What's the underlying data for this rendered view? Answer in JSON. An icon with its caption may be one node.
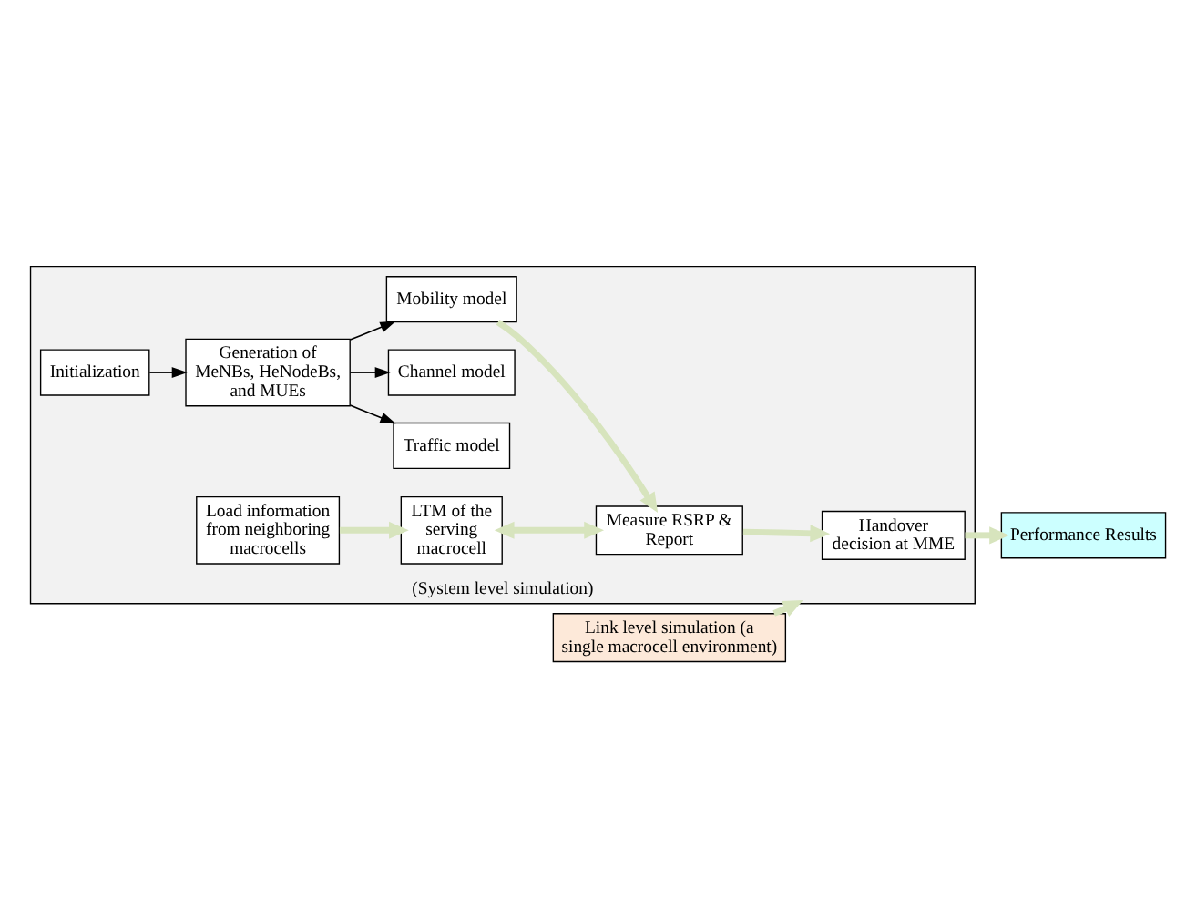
{
  "diagram": {
    "nodes": [
      {
        "text": [
          "(System level simulation)"
        ]
      },
      {
        "text": [
          "Initialization"
        ],
        "in": 0
      },
      {
        "text": [
          "Generation of MeNBs, HeNodeBs, and MUEs"
        ],
        "in": 0
      },
      {
        "text": [
          "Traffic model"
        ],
        "in": 0
      },
      {
        "text": [
          "Channel model"
        ],
        "in": 0
      },
      {
        "text": [
          "Mobility model"
        ],
        "in": 0
      },
      {
        "text": [
          "Load information from neighboring macrocells"
        ],
        "in": 0
      },
      {
        "text": [
          "LTM of the serving macrocell"
        ],
        "in": 0
      },
      {
        "text": [
          "Measure RSRP & Report"
        ],
        "in": 0
      },
      {
        "text": [
          "Handover decision at MME"
        ],
        "in": 0
      },
      {
        "text": [
          "Link level simulation (a single macrocell environment)"
        ]
      },
      {
        "text": [
          "Performance Results"
        ]
      }
    ],
    "edges": [
      {
        "from": 1,
        "to": 2,
        "arrow": "to",
        "color": "#000000"
      },
      {
        "from": 2,
        "to": 3,
        "arrow": "to",
        "color": "#000000"
      },
      {
        "from": 2,
        "to": 4,
        "arrow": "to",
        "color": "#000000"
      },
      {
        "from": 2,
        "to": 5,
        "arrow": "to",
        "color": "#000000"
      },
      {
        "from": 6,
        "to": 7,
        "arrow": "to"
      },
      {
        "from": 7,
        "to": 8,
        "arrow": "both"
      },
      {
        "from": 5,
        "to": 8,
        "arrow": "to"
      },
      {
        "from": 8,
        "to": 9,
        "arrow": "to"
      },
      {
        "from": 9,
        "to": 11,
        "arrow": "to"
      },
      {
        "from": 10,
        "to": 0,
        "arrow": "to"
      }
    ]
  }
}
